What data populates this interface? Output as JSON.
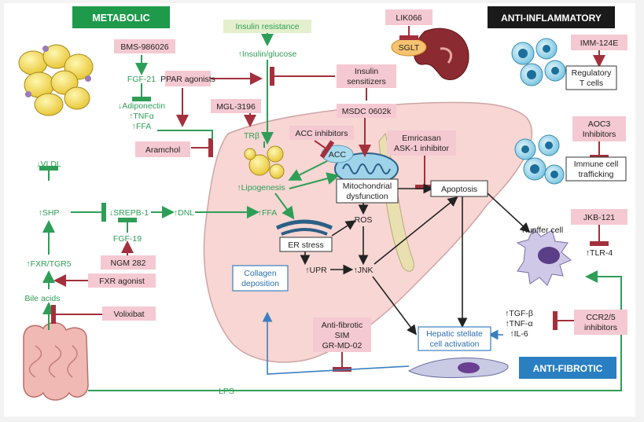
{
  "banners": {
    "metabolic": "METABOLIC",
    "anti_inflammatory": "ANTI-INFLAMMATORY",
    "anti_fibrotic": "ANTI-FIBROTIC"
  },
  "drugs": {
    "bms": "BMS-986026",
    "ppar": "PPAR agonists",
    "mgl": "MGL-3196",
    "aramchol": "Aramchol",
    "ngm": "NGM 282",
    "fxr_agonist": "FXR agonist",
    "volixibat": "Volixibat",
    "insulin_sens_1": "Insulin",
    "insulin_sens_2": "sensitizers",
    "msdc": "MSDC 0602k",
    "acc_inh": "ACC inhibitors",
    "emricasan_1": "Emricasan",
    "emricasan_2": "ASK-1 inhibitor",
    "lik": "LIK066",
    "imm": "IMM-124E",
    "aoc3_1": "AOC3",
    "aoc3_2": "Inhibitors",
    "jkb": "JKB-121",
    "ccr_1": "CCR2/5",
    "ccr_2": "inhibitors",
    "af_1": "Anti-fibrotic",
    "af_2": "SIM",
    "af_3": "GR-MD-02"
  },
  "labels": {
    "insulin_resistance": "Insulin resistance",
    "insulin_glucose": "↑Insulin/glucose",
    "fgf21": "FGF-21",
    "adiponectin": "↓Adiponectin",
    "tnfa": "↑TNFα",
    "ffa_left": "↑FFA",
    "tr_beta": "TRβ",
    "acc": "ACC",
    "lipogenesis": "↑Lipogenesis",
    "vldl": "↓VLDL",
    "shp": "↑SHP",
    "srepb": "↓SREPB-1",
    "dnl": "↑DNL",
    "ffa_mid": "↑FFA",
    "fgf19": "FGF-19",
    "fxr_tgr5": "↑FXR/TGR5",
    "bile_acids": "Bile acids",
    "sglt": "SGLT",
    "mito_1": "Mitochondrial",
    "mito_2": "dysfunction",
    "apoptosis": "Apoptosis",
    "ros": "ROS",
    "er_stress": "ER stress",
    "upr": "↑UPR",
    "jnk": "↑JNK",
    "collagen_1": "Collagen",
    "collagen_2": "deposition",
    "regulatory_1": "Regulatory",
    "regulatory_2": "T cells",
    "trafficking_1": "Immune cell",
    "trafficking_2": "trafficking",
    "kupffer": "Kupffer cell",
    "tlr4": "↑TLR-4",
    "tgfb": "↑TGF-β",
    "tnfa2": "↑TNF-α",
    "il6": "↑IL-6",
    "hsc_1": "Hepatic stellate",
    "hsc_2": "cell activation",
    "lps": "LPS"
  },
  "colors": {
    "metabolic_banner": "#1f9a4b",
    "anti_inflammatory_banner": "#1a1a1a",
    "anti_fibrotic_banner": "#2a7fc2",
    "drug_box": "#f5c9d2",
    "green_path": "#2e9e57",
    "red_inhibit": "#a3303c",
    "liver": "#f7d6d3"
  }
}
